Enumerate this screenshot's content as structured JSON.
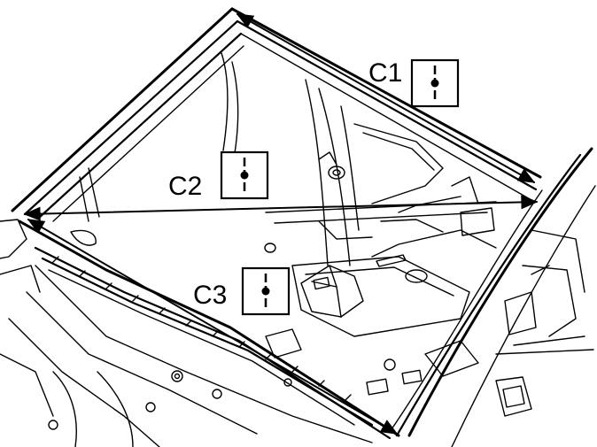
{
  "measurements": [
    {
      "id": "C1",
      "label": "C1"
    },
    {
      "id": "C2",
      "label": "C2"
    },
    {
      "id": "C3",
      "label": "C3"
    }
  ],
  "icons": {
    "measure_icon": "centerline-measure-icon"
  },
  "colors": {
    "ink": "#000000",
    "paper": "#ffffff"
  }
}
